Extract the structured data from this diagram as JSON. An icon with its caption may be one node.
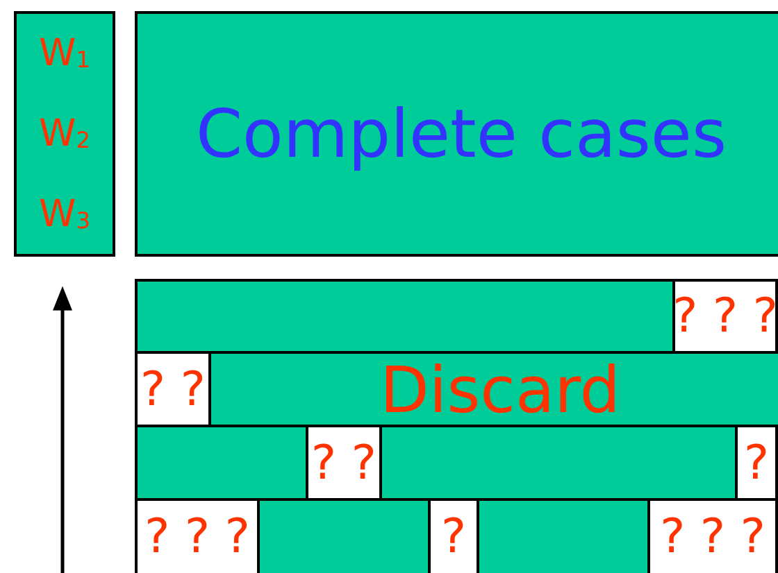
{
  "diagram": {
    "nodes": [
      {
        "text": [
          "W$_{1}$",
          "W$_{2}$",
          "W$_{3}$"
        ]
      },
      {
        "text": [
          "Complete cases"
        ]
      },
      {
        "text": [],
        "shape": "box"
      },
      {
        "text": [
          "? ? ?"
        ]
      },
      {
        "text": [
          "? ?"
        ]
      },
      {
        "text": [
          "Discard"
        ]
      },
      {
        "text": [],
        "shape": "box"
      },
      {
        "text": [
          "? ?"
        ]
      },
      {
        "text": [],
        "shape": "box"
      },
      {
        "text": [
          "?"
        ]
      },
      {
        "text": [
          "? ? ?"
        ]
      },
      {
        "text": [],
        "shape": "box"
      },
      {
        "text": [
          "?"
        ]
      },
      {
        "text": [],
        "shape": "box"
      },
      {
        "text": [
          "? ? ?"
        ]
      }
    ]
  }
}
